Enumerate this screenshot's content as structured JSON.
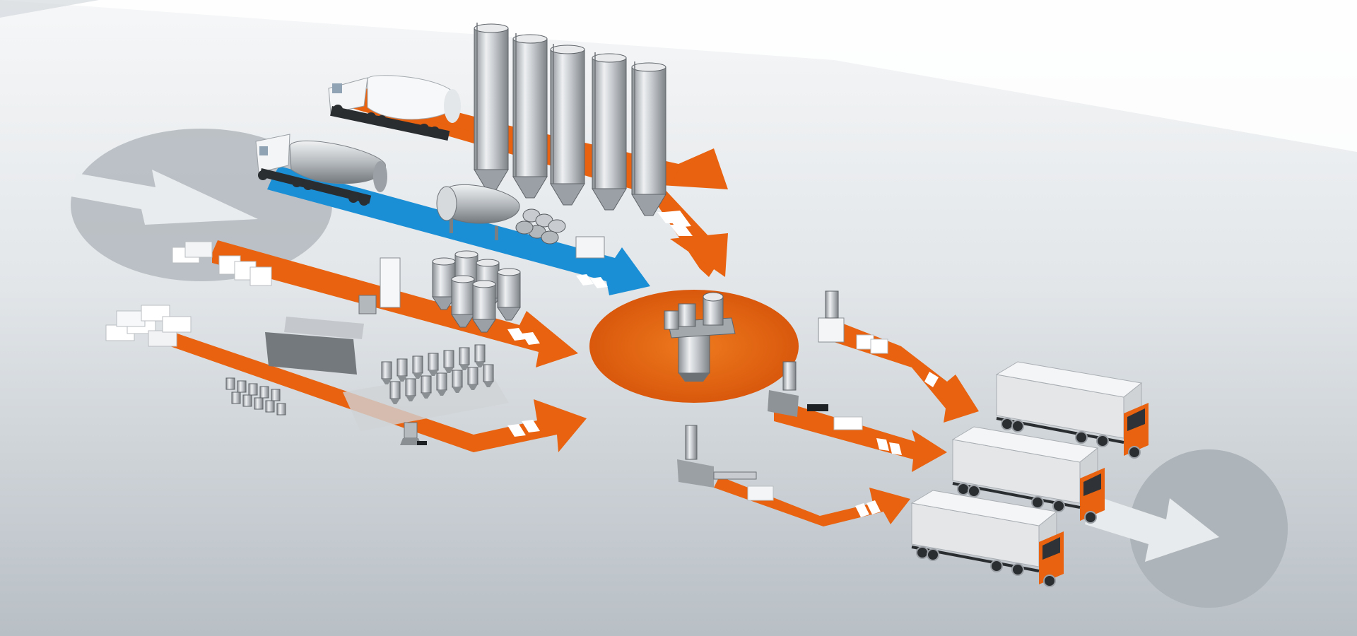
{
  "colors": {
    "accent_orange": "#e8620f",
    "accent_blue": "#1b8fd6",
    "hub_orange": "#e0650f",
    "background_top": "#ffffff",
    "background_bottom": "#b7bec4",
    "grey_disc": "#a9b0b6",
    "steel": "#b9bec3",
    "truck_box": "#e4e6e8"
  },
  "diagram": {
    "inbound_streams": [
      {
        "name": "bulk-liquid-tanker-to-silos",
        "color": "orange"
      },
      {
        "name": "liquid-tanker-to-storage-tank",
        "color": "blue"
      },
      {
        "name": "sacks-to-dosing-hoppers",
        "color": "orange"
      },
      {
        "name": "pallets-to-weighing-station",
        "color": "orange"
      }
    ],
    "central_process": {
      "name": "mixing-plant"
    },
    "outbound_streams": [
      {
        "name": "bagging-station-to-truck"
      },
      {
        "name": "extruder-to-truck"
      },
      {
        "name": "compounding-line-to-truck"
      }
    ],
    "icons": [
      "inbound-arrow-icon",
      "outbound-arrow-icon"
    ]
  }
}
